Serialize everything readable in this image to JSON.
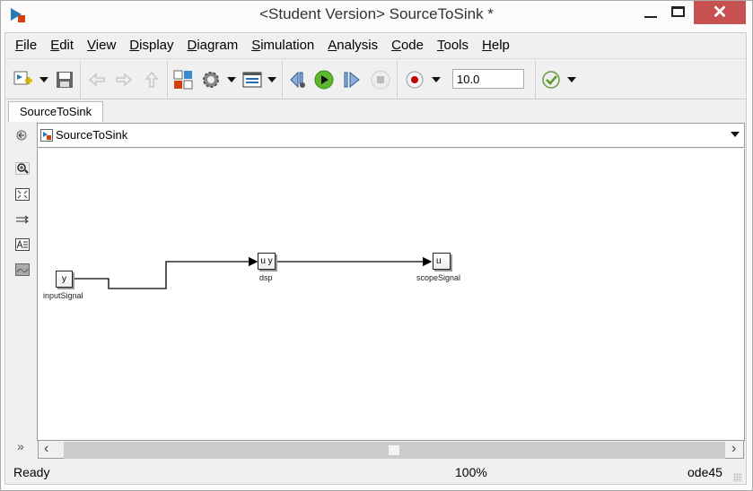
{
  "window": {
    "title": "<Student Version> SourceToSink *",
    "close_glyph": "✕"
  },
  "menu": [
    "File",
    "Edit",
    "View",
    "Display",
    "Diagram",
    "Simulation",
    "Analysis",
    "Code",
    "Tools",
    "Help"
  ],
  "menu_mnemonics": [
    "F",
    "E",
    "V",
    "D",
    "D",
    "S",
    "A",
    "C",
    "T",
    "H"
  ],
  "toolbar": {
    "stop_time": "10.0"
  },
  "tab": {
    "label": "SourceToSink"
  },
  "address": {
    "path": "SourceToSink"
  },
  "sidebar": {
    "expand_glyph": "»"
  },
  "diagram": {
    "blocks": [
      {
        "name": "inputSignal",
        "port_text": "y"
      },
      {
        "name": "dsp",
        "port_text": "u y"
      },
      {
        "name": "scopeSignal",
        "port_text": "u"
      }
    ]
  },
  "scroll": {
    "left": "‹",
    "right": "›"
  },
  "statusbar": {
    "status": "Ready",
    "zoom": "100%",
    "solver": "ode45"
  },
  "colors": {
    "close": "#c75050",
    "run": "#5cb82a",
    "record": "#c00000"
  }
}
